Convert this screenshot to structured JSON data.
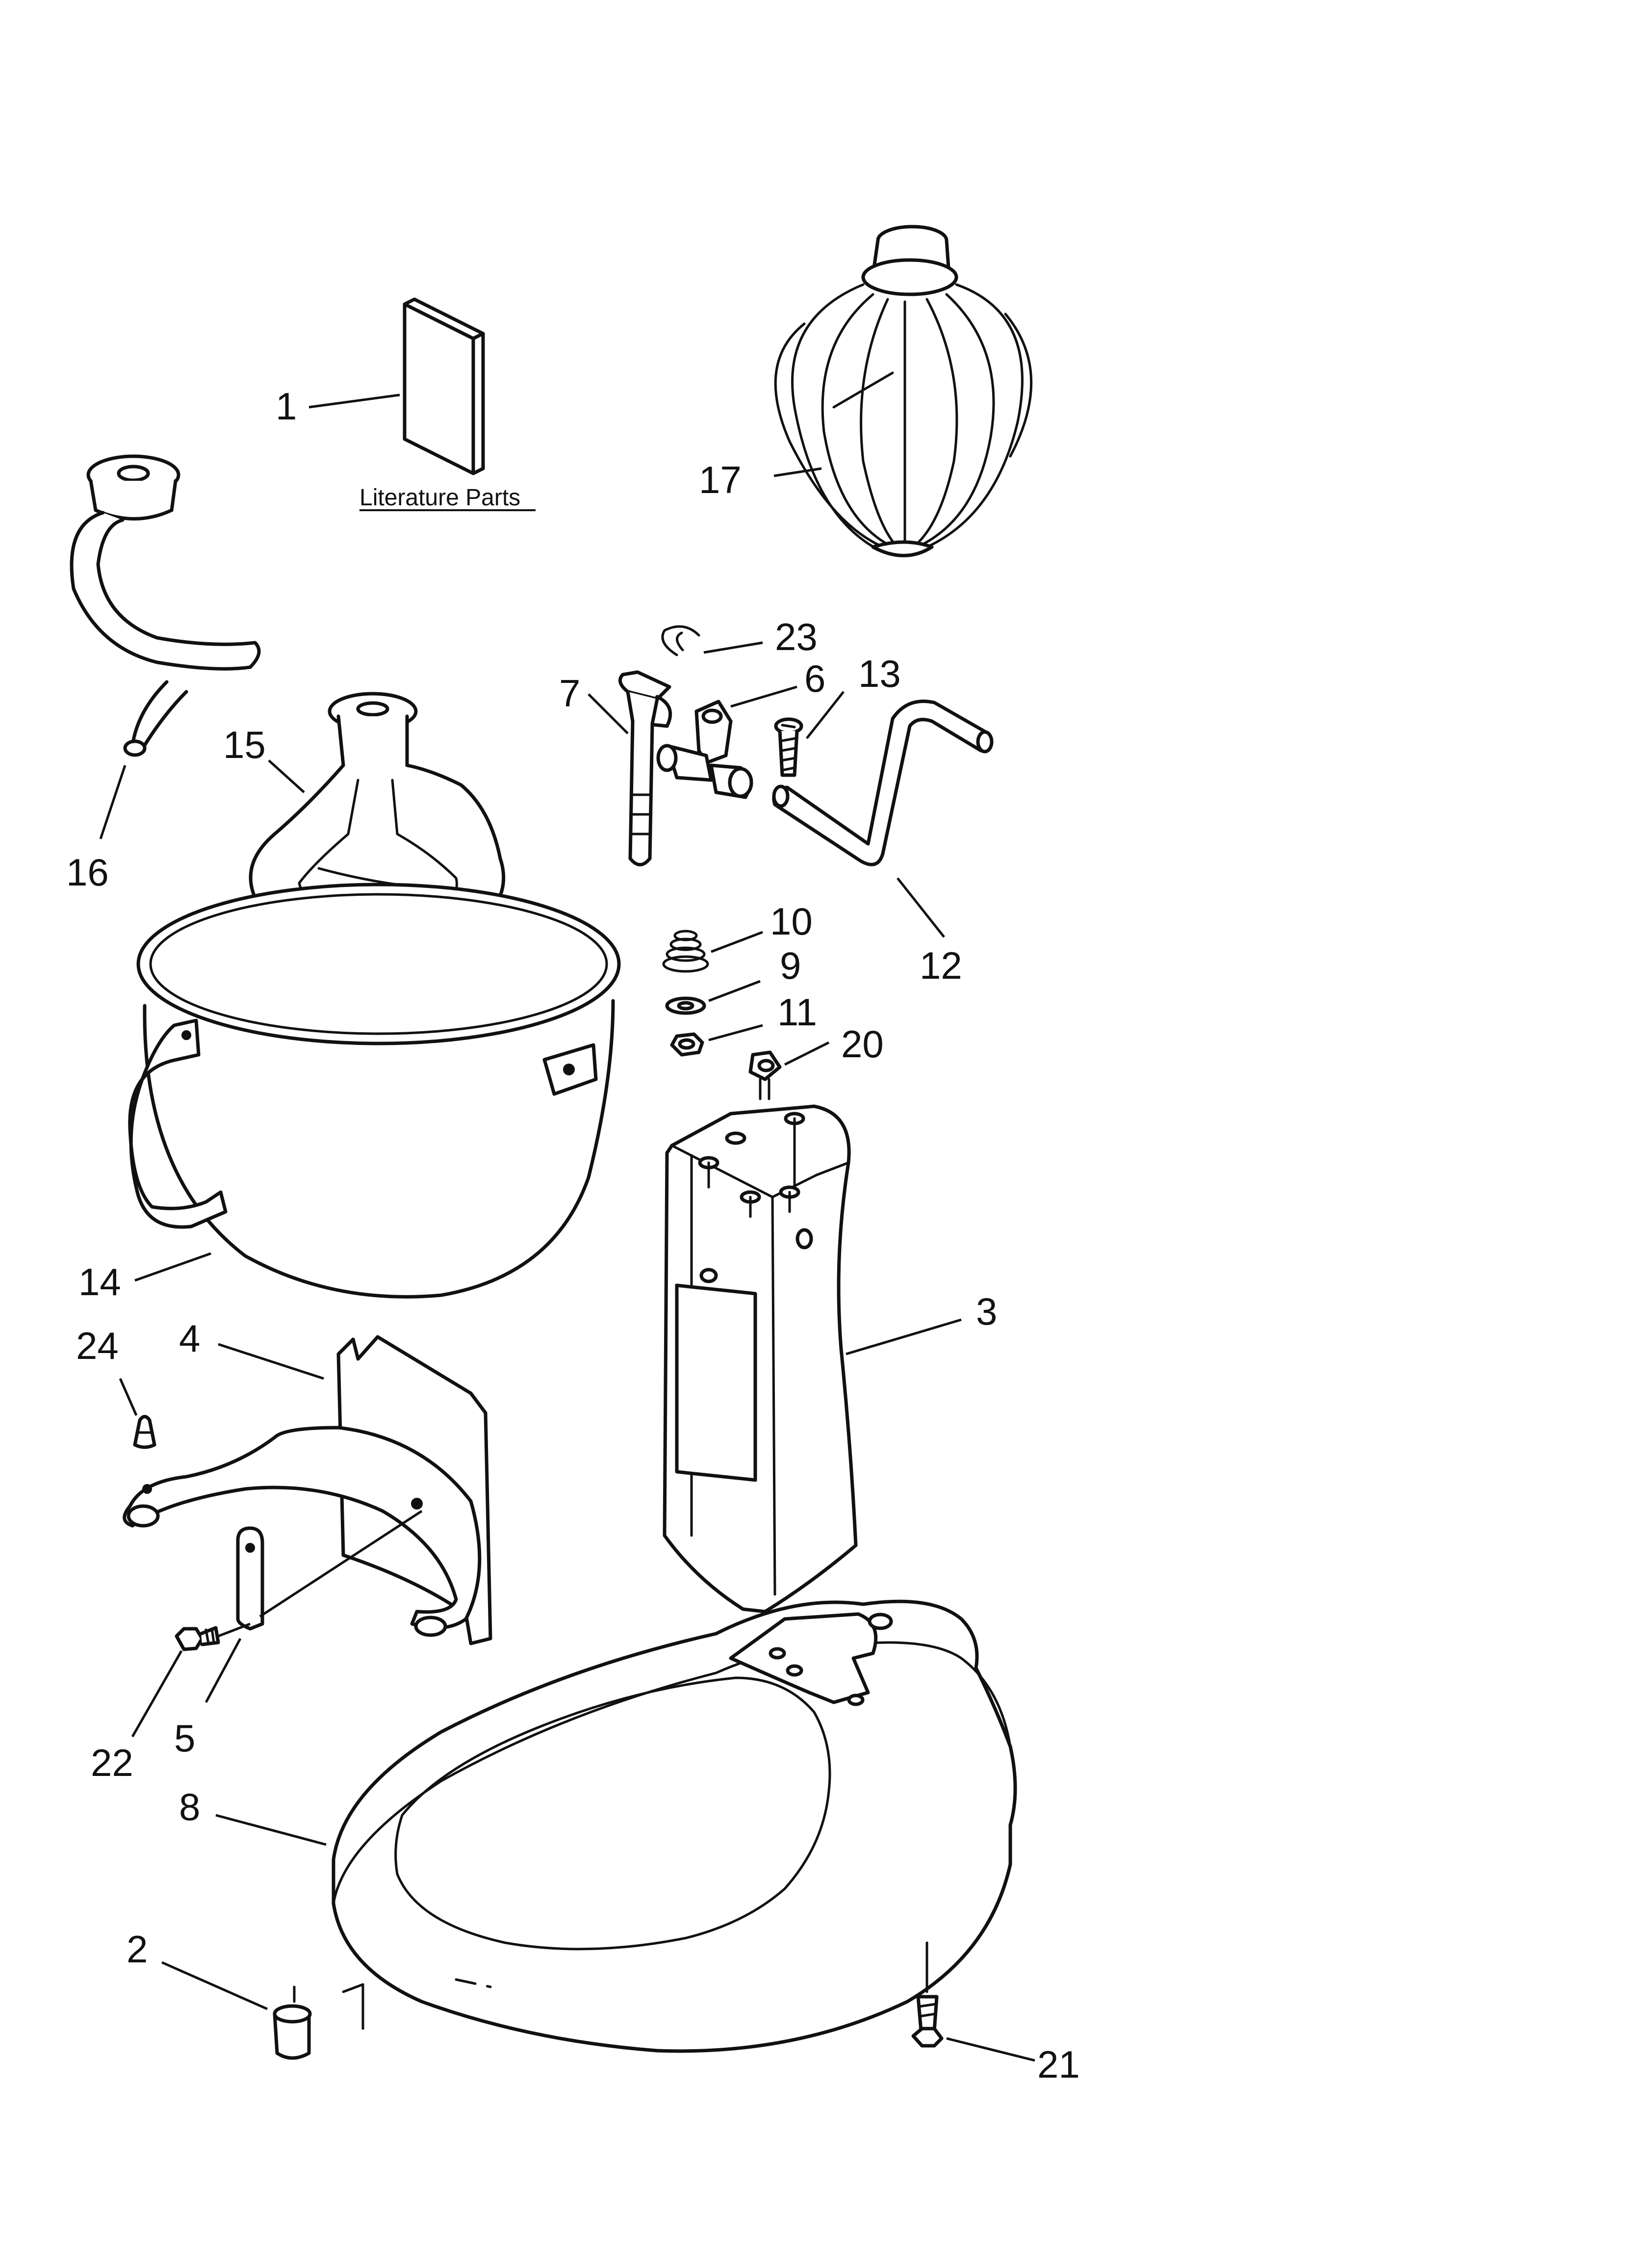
{
  "diagram": {
    "caption": "Literature Parts",
    "callouts": [
      "1",
      "17",
      "23",
      "7",
      "6",
      "13",
      "16",
      "15",
      "12",
      "10",
      "9",
      "11",
      "20",
      "14",
      "3",
      "24",
      "4",
      "5",
      "22",
      "8",
      "2",
      "21"
    ],
    "line_color": "#111111",
    "background": "#ffffff"
  }
}
